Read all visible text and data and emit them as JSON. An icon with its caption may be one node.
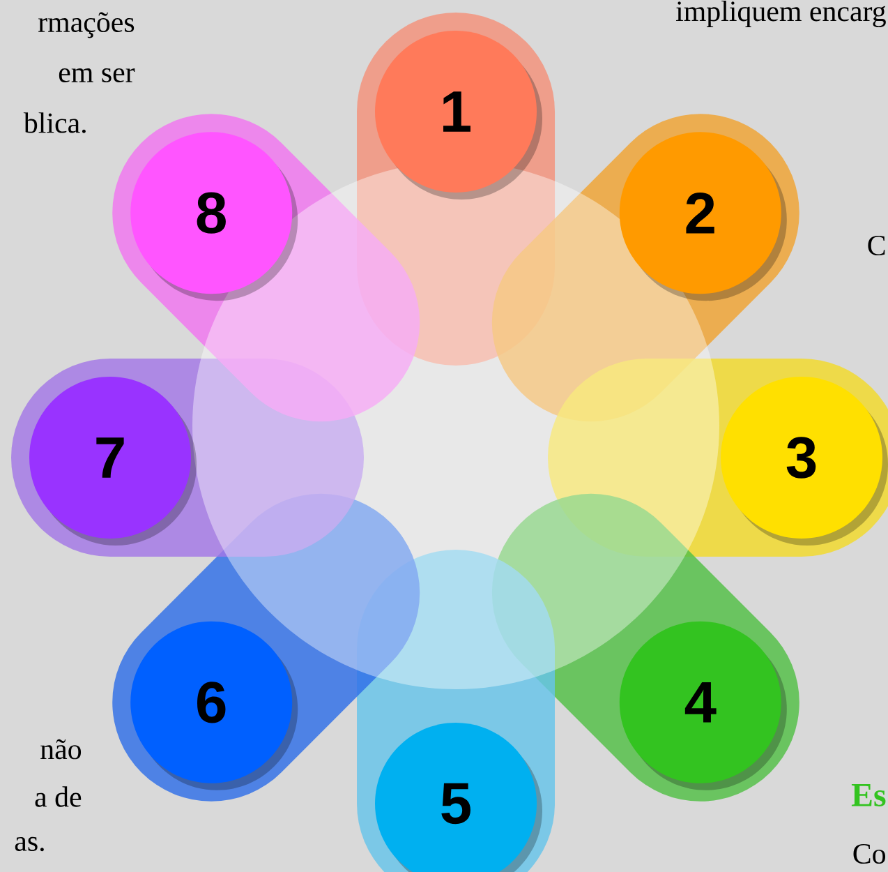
{
  "diagram": {
    "nodes": [
      {
        "text": [
          "1"
        ]
      },
      {
        "text": [
          "2"
        ]
      },
      {
        "text": [
          "3"
        ]
      },
      {
        "text": [
          "4"
        ]
      },
      {
        "text": [
          "5"
        ]
      },
      {
        "text": [
          "6"
        ]
      },
      {
        "text": [
          "7"
        ]
      },
      {
        "text": [
          "8"
        ]
      }
    ],
    "labels": [
      "rmações",
      "em ser",
      "blica.",
      "impliquem encarg",
      "C",
      "não",
      "a de",
      "as.",
      "Es",
      "Co"
    ]
  }
}
